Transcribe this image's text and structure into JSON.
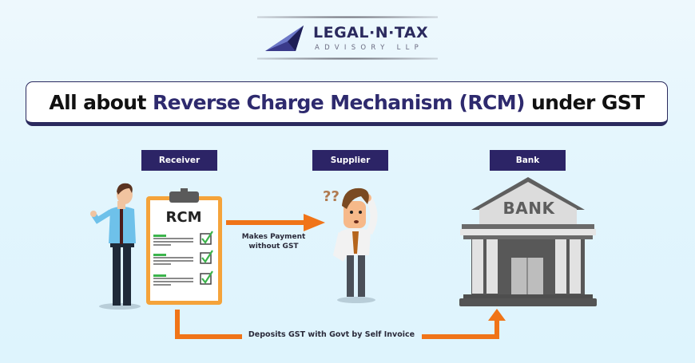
{
  "logo": {
    "title": "LEGAL·N·TAX",
    "subtitle": "ADVISORY LLP"
  },
  "title": {
    "prefix": "All about ",
    "accent": "Reverse Charge Mechanism (RCM)",
    "suffix": " under GST"
  },
  "diagram": {
    "nodes": [
      {
        "label": "Receiver"
      },
      {
        "label": "Supplier"
      },
      {
        "label": "Bank"
      }
    ],
    "clipboard": {
      "heading": "RCM",
      "checklist_items": 3
    },
    "bank_sign": "BANK",
    "arrows": {
      "receiver_to_supplier": "Makes Payment without GST",
      "receiver_to_bank": "Deposits GST with Govt by Self Invoice"
    },
    "colors": {
      "pill_bg": "#2c2466",
      "arrow": "#f07418",
      "clipboard_frame": "#f5a33a",
      "check": "#3cb44b",
      "title_accent": "#2e2a6e"
    }
  }
}
